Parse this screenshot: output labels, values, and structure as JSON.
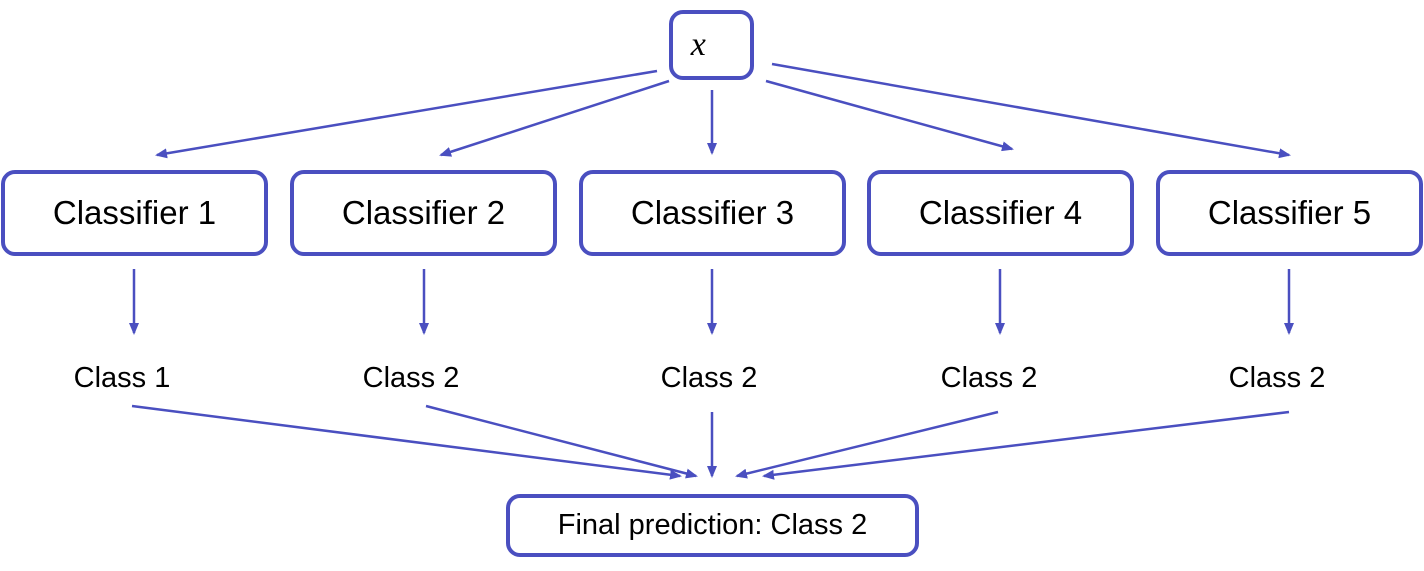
{
  "input": {
    "label": "x⃗"
  },
  "classifiers": [
    {
      "label": "Classifier 1",
      "output": "Class 1"
    },
    {
      "label": "Classifier 2",
      "output": "Class 2"
    },
    {
      "label": "Classifier 3",
      "output": "Class 2"
    },
    {
      "label": "Classifier 4",
      "output": "Class 2"
    },
    {
      "label": "Classifier 5",
      "output": "Class 2"
    }
  ],
  "final": {
    "label": "Final prediction: Class 2"
  },
  "colors": {
    "accent": "#4a4fc0",
    "text": "#000000",
    "background": "#ffffff"
  }
}
